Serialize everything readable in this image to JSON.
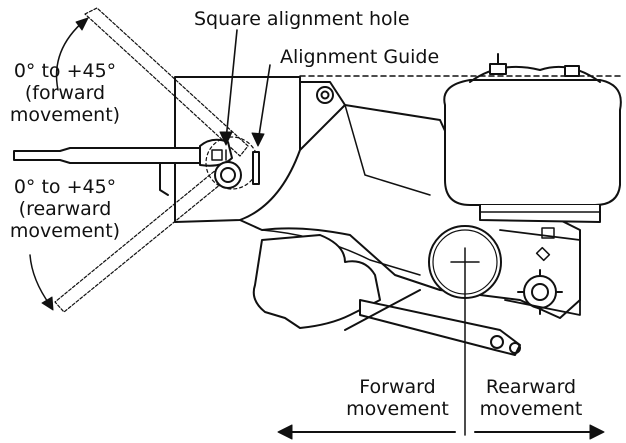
{
  "labels": {
    "square_hole": "Square alignment hole",
    "alignment_guide": "Alignment Guide",
    "forward_angle": "0° to +45°",
    "forward_desc_1": "(forward",
    "forward_desc_2": "movement)",
    "rearward_angle": "0° to +45°",
    "rearward_desc_1": "(rearward",
    "rearward_desc_2": "movement)",
    "forward_move_1": "Forward",
    "forward_move_2": "movement",
    "rearward_move_1": "Rearward",
    "rearward_move_2": "movement"
  },
  "colors": {
    "line": "#111111",
    "background": "#ffffff"
  }
}
